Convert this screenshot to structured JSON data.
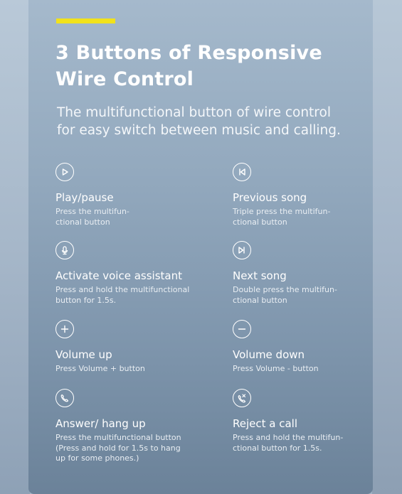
{
  "headline": {
    "line1": "3 Buttons of Responsive",
    "line2": "Wire Control"
  },
  "subheading": {
    "line1": "The multifunctional button of wire control",
    "line2": "for easy switch between music and calling."
  },
  "features": [
    {
      "icon": "play-icon",
      "title": "Play/pause",
      "description": "Press the multifun-\nctional button"
    },
    {
      "icon": "previous-track-icon",
      "title": "Previous song",
      "description": "Triple press the multifun-\nctional button"
    },
    {
      "icon": "microphone-icon",
      "title": "Activate voice assistant",
      "description": "Press and hold the multifunctional\nbutton for 1.5s."
    },
    {
      "icon": "next-track-icon",
      "title": "Next song",
      "description": "Double press the multifun-\nctional button"
    },
    {
      "icon": "plus-icon",
      "title": "Volume up",
      "description": "Press Volume + button"
    },
    {
      "icon": "minus-icon",
      "title": "Volume down",
      "description": "Press Volume - button"
    },
    {
      "icon": "phone-icon",
      "title": "Answer/ hang up",
      "description": "Press the multifunctional button\n(Press and hold  for 1.5s to hang\nup for some phones.)"
    },
    {
      "icon": "phone-reject-icon",
      "title": "Reject a call",
      "description": "Press and hold the multifun-\nctional button for 1.5s."
    }
  ],
  "colors": {
    "accent": "#f2e21b",
    "panel_top": "#a5b9cc",
    "panel_bottom": "#6b8299",
    "text": "#ffffff"
  }
}
